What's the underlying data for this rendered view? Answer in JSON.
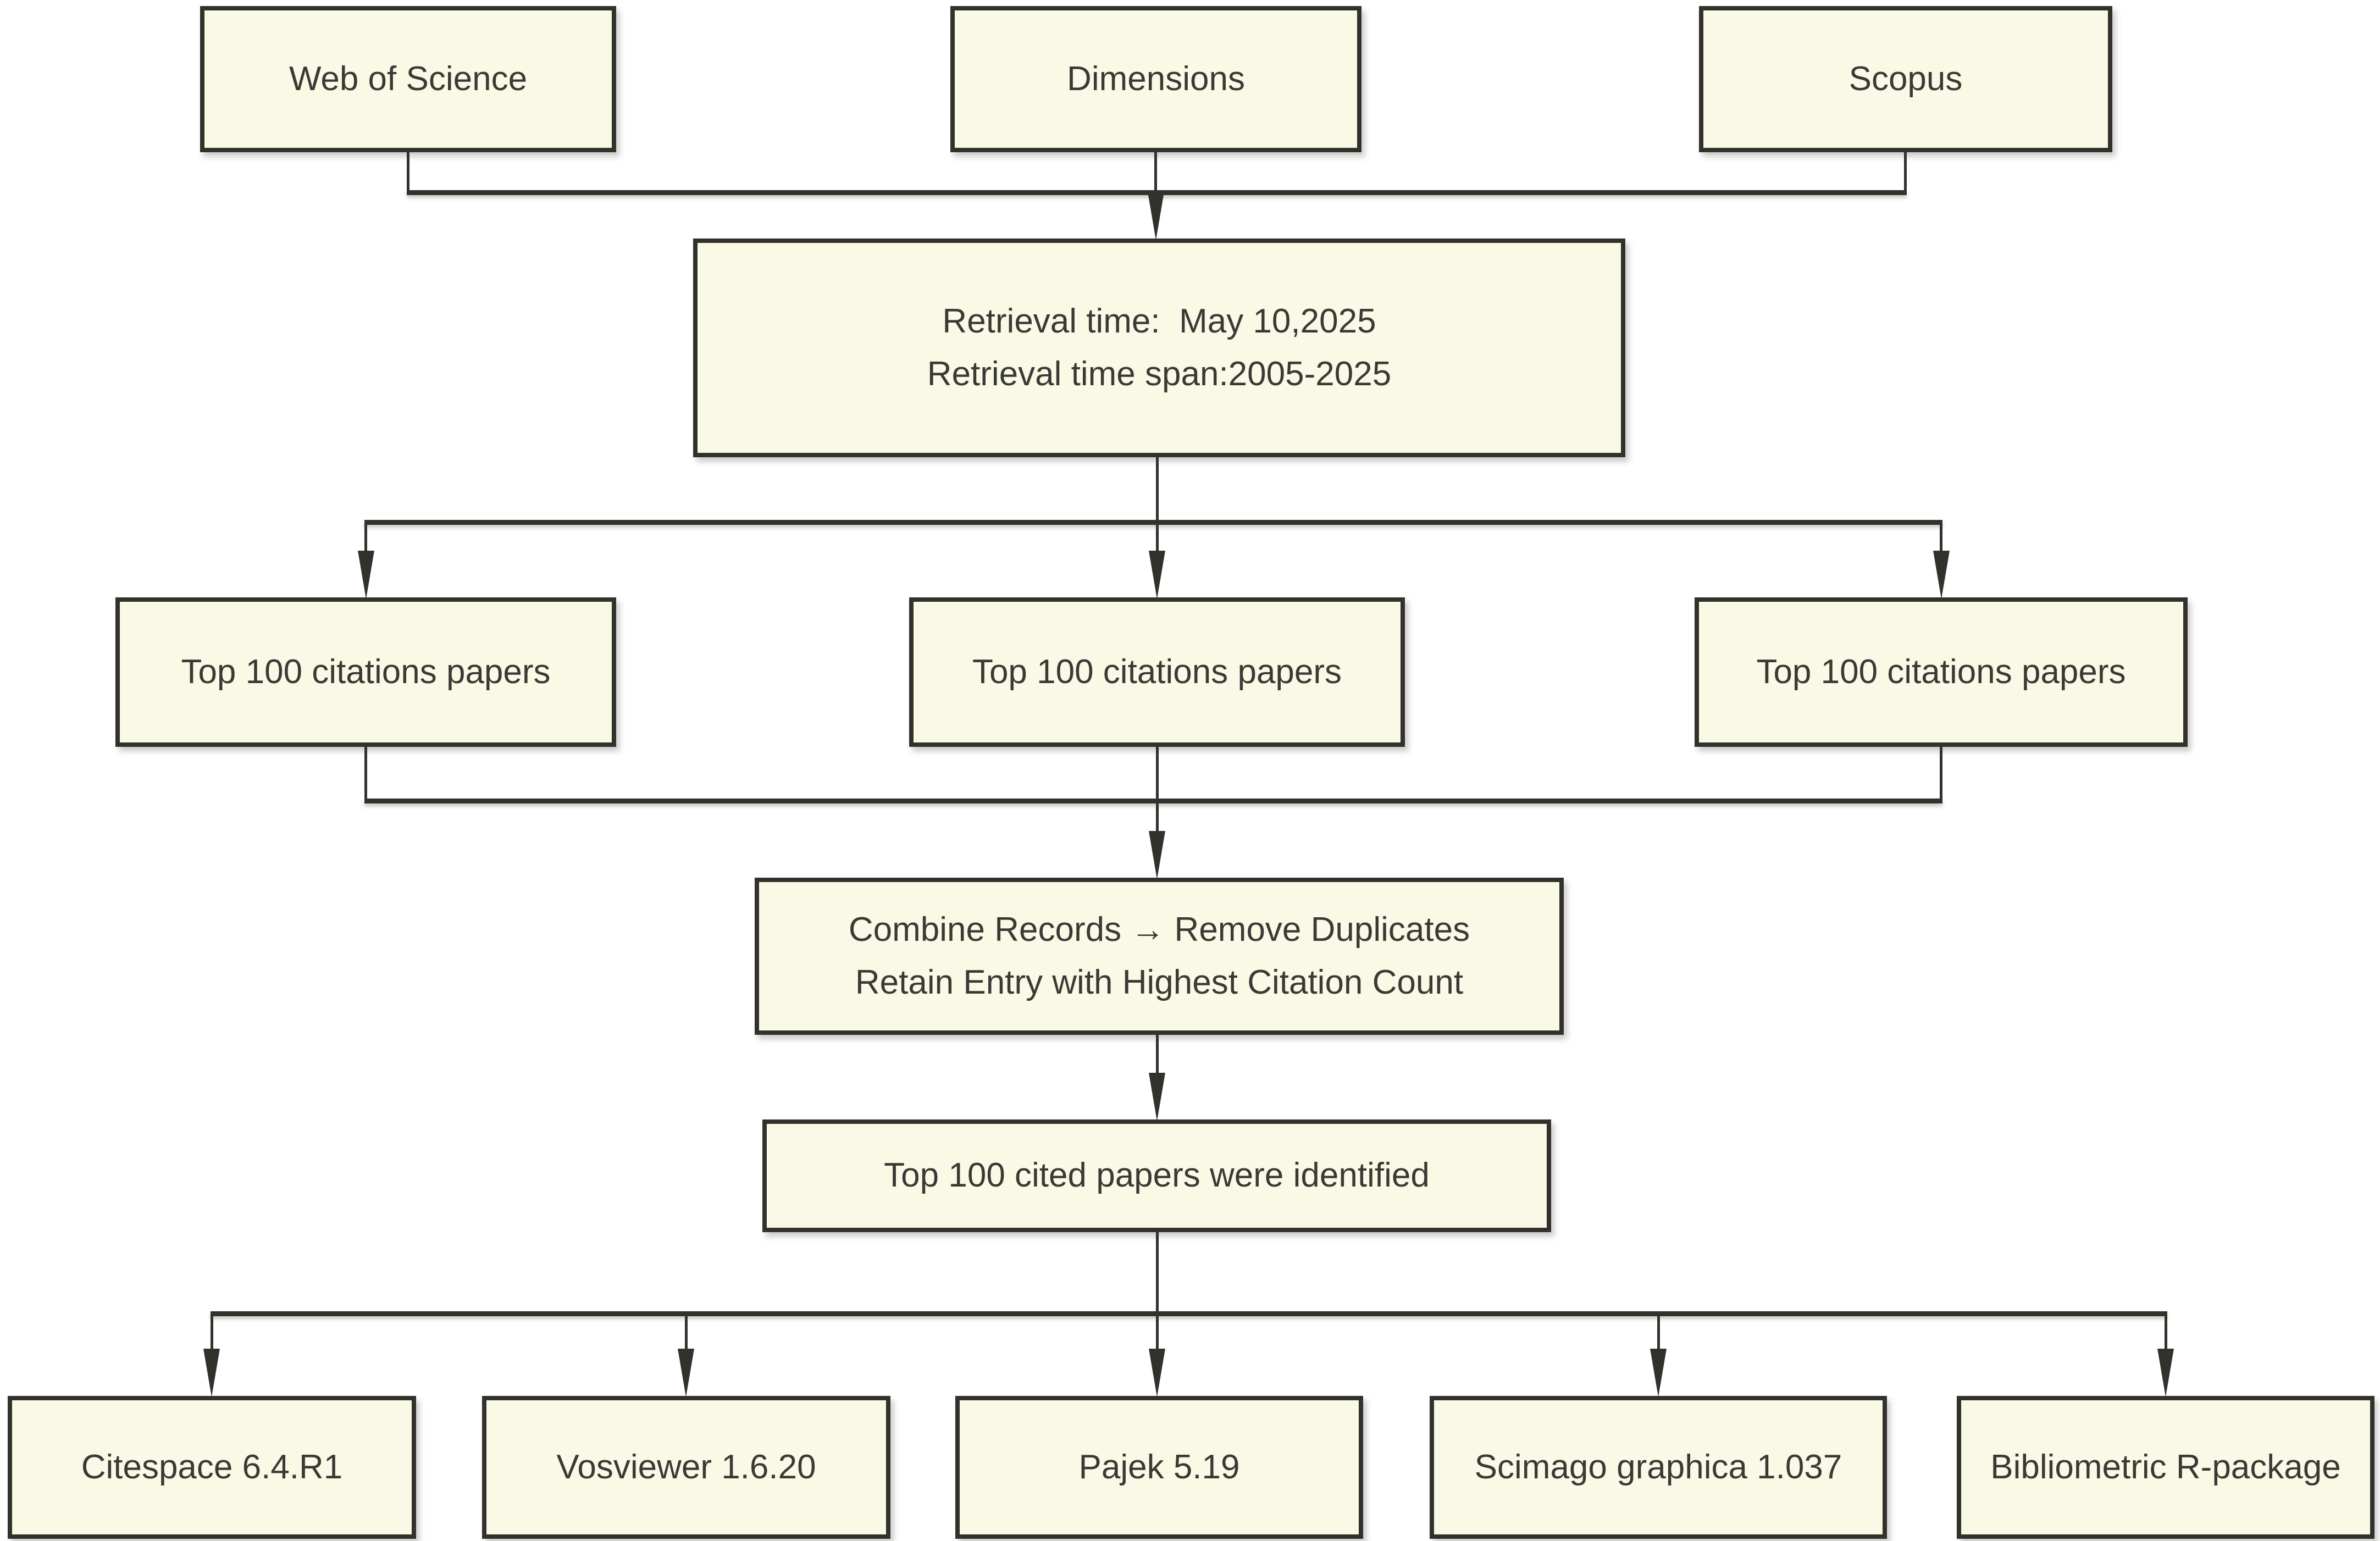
{
  "diagram": {
    "type": "flowchart",
    "background": "#ffffff",
    "colors": {
      "node_fill": "#f9f9e6",
      "node_border": "#32322c",
      "connector": "#32322c",
      "text": "#3a3a35"
    },
    "nodes": [
      {
        "id": "web-of-science",
        "label": "Web of Science"
      },
      {
        "id": "dimensions",
        "label": "Dimensions"
      },
      {
        "id": "scopus",
        "label": "Scopus"
      },
      {
        "id": "retrieval",
        "label": "Retrieval time:  May 10,2025\nRetrieval time span:2005-2025"
      },
      {
        "id": "top100-web-of-science",
        "label": "Top 100 citations papers"
      },
      {
        "id": "top100-dimensions",
        "label": "Top 100 citations papers"
      },
      {
        "id": "top100-scopus",
        "label": "Top 100 citations papers"
      },
      {
        "id": "combine",
        "label": "Combine Records → Remove Duplicates\nRetain Entry with Highest Citation Count"
      },
      {
        "id": "identified",
        "label": "Top 100 cited papers were identified"
      },
      {
        "id": "citespace",
        "label": "Citespace 6.4.R1"
      },
      {
        "id": "vosviewer",
        "label": "Vosviewer 1.6.20"
      },
      {
        "id": "pajek",
        "label": "Pajek 5.19"
      },
      {
        "id": "scimago",
        "label": "Scimago graphica 1.037"
      },
      {
        "id": "bibliometric",
        "label": "Bibliometric R-package"
      }
    ],
    "edges": [
      {
        "from": "web-of-science",
        "to": "retrieval"
      },
      {
        "from": "dimensions",
        "to": "retrieval"
      },
      {
        "from": "scopus",
        "to": "retrieval"
      },
      {
        "from": "retrieval",
        "to": "top100-web-of-science"
      },
      {
        "from": "retrieval",
        "to": "top100-dimensions"
      },
      {
        "from": "retrieval",
        "to": "top100-scopus"
      },
      {
        "from": "top100-web-of-science",
        "to": "combine"
      },
      {
        "from": "top100-dimensions",
        "to": "combine"
      },
      {
        "from": "top100-scopus",
        "to": "combine"
      },
      {
        "from": "combine",
        "to": "identified"
      },
      {
        "from": "identified",
        "to": "citespace"
      },
      {
        "from": "identified",
        "to": "vosviewer"
      },
      {
        "from": "identified",
        "to": "pajek"
      },
      {
        "from": "identified",
        "to": "scimago"
      },
      {
        "from": "identified",
        "to": "bibliometric"
      }
    ]
  }
}
